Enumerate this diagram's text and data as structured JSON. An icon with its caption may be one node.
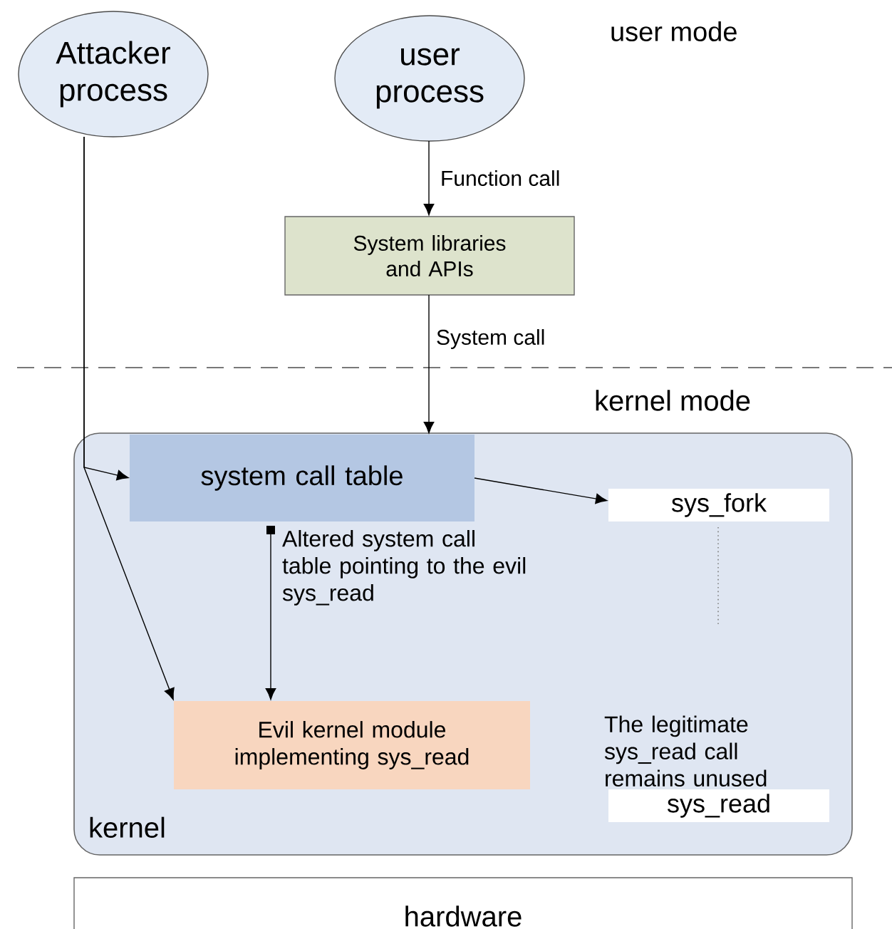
{
  "diagram": {
    "nodes": [
      {
        "text": [
          "Attacker process"
        ]
      },
      {
        "text": [
          "user process"
        ]
      },
      {
        "text": [
          "System libraries and APIs"
        ]
      },
      {
        "text": [
          "kernel"
        ]
      },
      {
        "text": [
          "system call table"
        ],
        "in": 3
      },
      {
        "text": [
          "sys_fork"
        ],
        "in": 3
      },
      {
        "text": [
          "Evil kernel module implementing sys_read"
        ],
        "in": 3
      },
      {
        "text": [
          "sys_read"
        ],
        "in": 3,
        "beside": [
          "The legitimate sys_read call remains unused"
        ]
      },
      {
        "text": [
          "hardware"
        ]
      }
    ],
    "edges": [
      {
        "from": 1,
        "to": 2,
        "arrow": "to",
        "label": "Function call"
      },
      {
        "from": 2,
        "to": 4,
        "arrow": "to",
        "label": "System call"
      },
      {
        "from": 0,
        "to": 4,
        "arrow": "to"
      },
      {
        "from": 0,
        "to": 6,
        "arrow": "to"
      },
      {
        "from": 4,
        "to": 5,
        "arrow": "to"
      },
      {
        "from": 4,
        "to": 6,
        "arrow": "to",
        "label": "Altered system call table pointing to the evil sys_read"
      }
    ],
    "labels": [
      "user mode",
      "kernel mode"
    ]
  }
}
